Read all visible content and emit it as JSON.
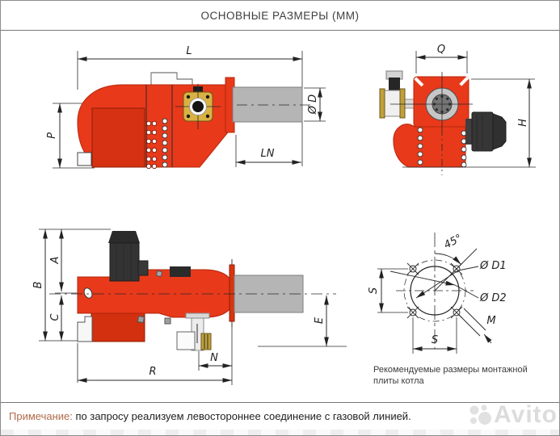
{
  "header": {
    "title": "ОСНОВНЫЕ РАЗМЕРЫ (ММ)"
  },
  "side_view": {
    "dim_L": "L",
    "dim_P": "P",
    "dim_LN": "LN",
    "dim_OD": "Ø D"
  },
  "front_view": {
    "dim_Q": "Q",
    "dim_H": "H"
  },
  "top_view": {
    "dim_A": "A",
    "dim_B": "B",
    "dim_C": "C",
    "dim_R": "R",
    "dim_N": "N",
    "dim_E": "E"
  },
  "mounting_plate": {
    "dim_angle": "45°",
    "dim_D1": "Ø D1",
    "dim_D2": "Ø D2",
    "dim_S_vertical": "S",
    "dim_S_horizontal": "S",
    "dim_M": "M",
    "caption_line1": "Рекомендуемые размеры монтажной",
    "caption_line2": "плиты котла"
  },
  "footer": {
    "note_label": "Примечание:",
    "note_text": " по запросу реализуем левостороннее соединение с газовой линией."
  },
  "watermark": {
    "text": "Avito"
  },
  "colors": {
    "burner_red": "#e8391b",
    "burner_red_dark": "#d2300e",
    "tube_gray": "#b5b5b5",
    "motor_dark": "#333333",
    "brass_gold": "#c9a43a",
    "note_label_color": "#b06a4a",
    "line_color": "#2a2a2a"
  }
}
